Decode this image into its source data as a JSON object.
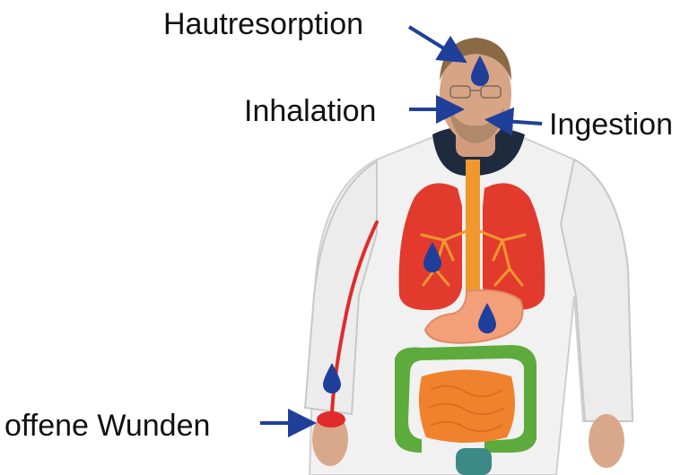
{
  "labels": {
    "skin_absorption": "Hautresorption",
    "inhalation": "Inhalation",
    "ingestion": "Ingestion",
    "open_wounds": "offene Wunden"
  },
  "colors": {
    "arrow": "#1f3f9a",
    "drop": "#1f3f9a",
    "lungs": "#e23b2e",
    "airway": "#f0982e",
    "esophagus": "#f0982e",
    "stomach": "#f3a07a",
    "large_intestine": "#5dab3c",
    "small_intestine": "#f0822e",
    "blood_vessel": "#e02a2a",
    "suit": "#f2f2f2"
  }
}
